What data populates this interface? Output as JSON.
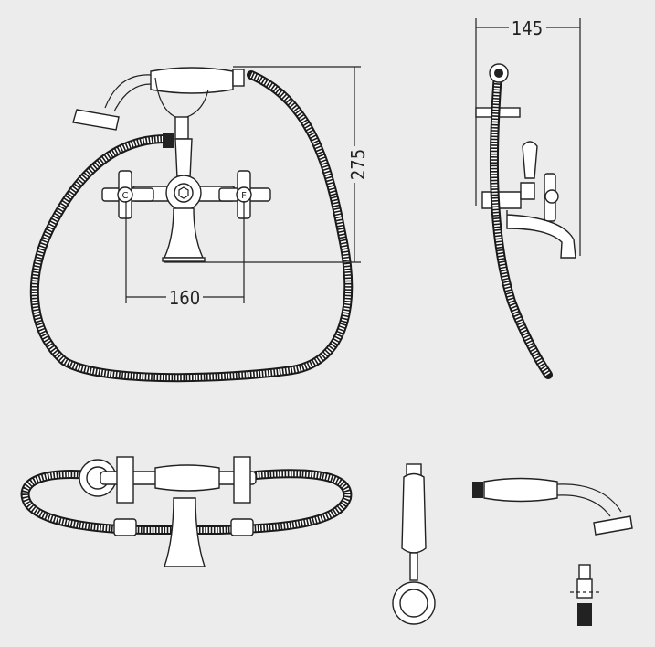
{
  "drawing": {
    "dimensions": {
      "height": "275",
      "handle_centres": "160",
      "depth": "145"
    },
    "handle_labels": {
      "cold": "C",
      "hot": "F"
    },
    "colors": {
      "background": "#ececec",
      "line": "#222222"
    }
  }
}
